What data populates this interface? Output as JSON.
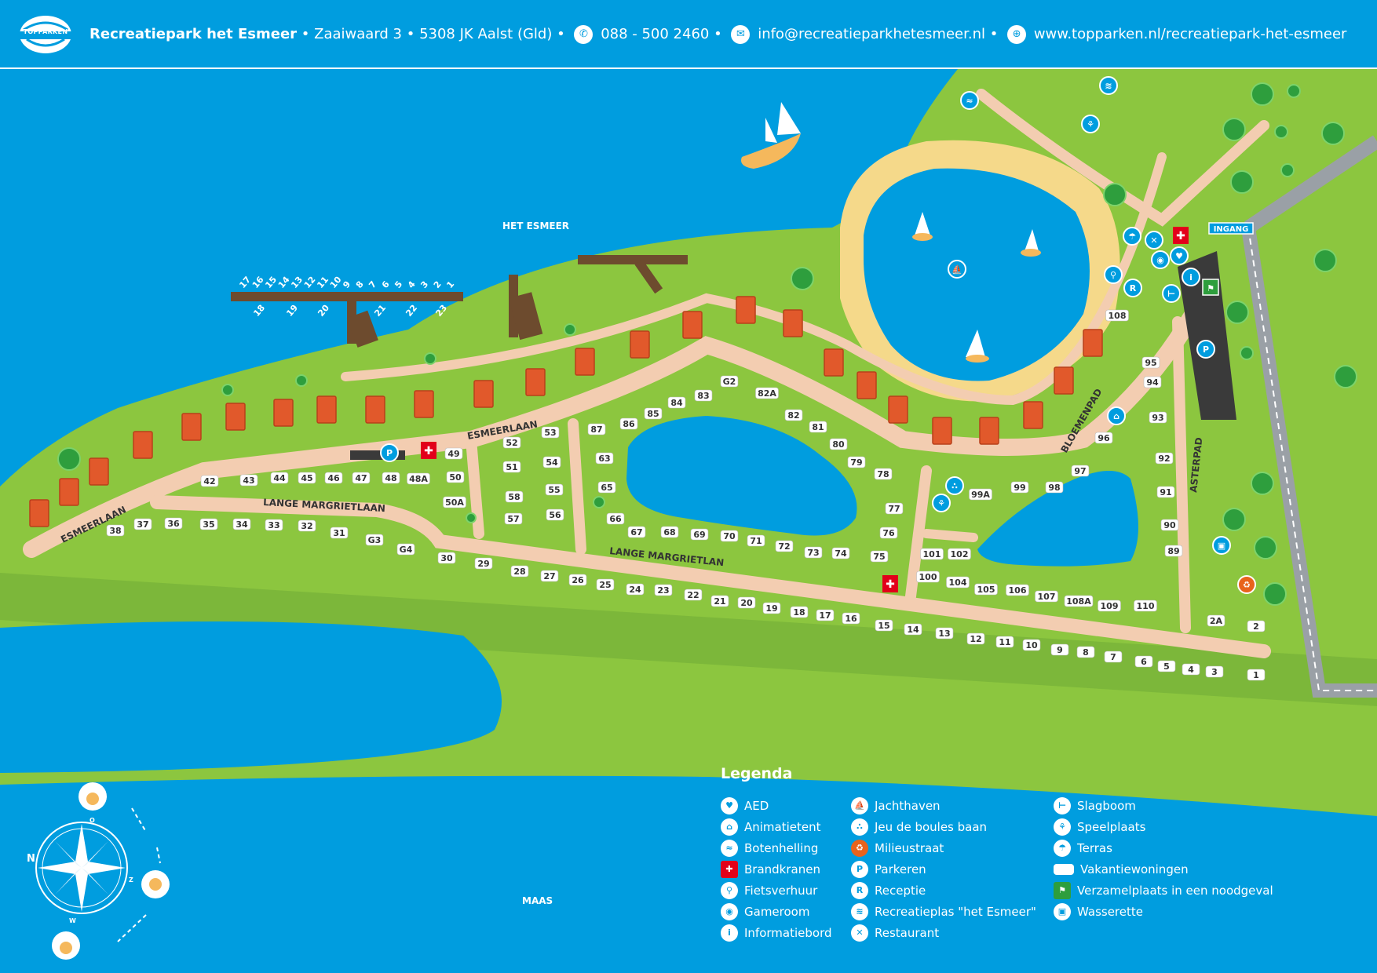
{
  "header": {
    "brand": "TOPPARKEN",
    "park_name": "Recreatiepark het Esmeer",
    "street": "Zaaiwaard 3",
    "postal": "5308 JK Aalst (Gld)",
    "phone": "088 - 500 2460",
    "email": "info@recreatieparkhetesmeer.nl",
    "website": "www.topparken.nl/recreatiepark-het-esmeer"
  },
  "labels": {
    "lake": "HET ESMEER",
    "river": "MAAS",
    "entrance": "INGANG",
    "compass_n": "N",
    "compass_o": "O",
    "compass_z": "Z",
    "compass_w": "W"
  },
  "streets": {
    "esmeerlaan": "ESMEERLAAN",
    "lange_margrietlaan": "LANGE MARGRIETLAAN",
    "lange_margrietlan": "LANGE MARGRIETLAN",
    "bloemenpad": "BLOEMENPAD",
    "asterpad": "ASTERPAD"
  },
  "plots": [
    "1",
    "2",
    "2A",
    "3",
    "4",
    "5",
    "6",
    "7",
    "8",
    "9",
    "10",
    "11",
    "12",
    "13",
    "14",
    "15",
    "16",
    "17",
    "18",
    "19",
    "20",
    "21",
    "22",
    "23",
    "24",
    "25",
    "26",
    "27",
    "28",
    "29",
    "30",
    "31",
    "32",
    "33",
    "34",
    "35",
    "36",
    "37",
    "38",
    "42",
    "43",
    "44",
    "45",
    "46",
    "47",
    "48",
    "48A",
    "49",
    "50",
    "50A",
    "51",
    "52",
    "53",
    "54",
    "55",
    "56",
    "57",
    "58",
    "63",
    "65",
    "66",
    "67",
    "68",
    "69",
    "70",
    "71",
    "72",
    "73",
    "74",
    "75",
    "76",
    "77",
    "78",
    "79",
    "80",
    "81",
    "82",
    "82A",
    "83",
    "84",
    "85",
    "86",
    "87",
    "89",
    "90",
    "91",
    "92",
    "93",
    "94",
    "95",
    "96",
    "97",
    "98",
    "99",
    "99A",
    "100",
    "101",
    "102",
    "104",
    "105",
    "106",
    "107",
    "108",
    "108A",
    "109",
    "110",
    "G2",
    "G3",
    "G4"
  ],
  "boat_slips_top": [
    "17",
    "16",
    "15",
    "14",
    "13",
    "12",
    "11",
    "10",
    "9",
    "8",
    "7",
    "6",
    "5",
    "4",
    "3",
    "2",
    "1"
  ],
  "boat_slips_bottom": [
    "18",
    "19",
    "20",
    "21",
    "22",
    "23"
  ],
  "legend": {
    "title": "Legenda",
    "col1": [
      {
        "icon": "aed-icon",
        "glyph": "♥",
        "label": "AED"
      },
      {
        "icon": "animation-tent-icon",
        "glyph": "⌂",
        "label": "Animatietent"
      },
      {
        "icon": "boat-ramp-icon",
        "glyph": "≈",
        "label": "Botenhelling"
      },
      {
        "icon": "fire-hydrant-icon",
        "glyph": "✚",
        "label": "Brandkranen"
      },
      {
        "icon": "bike-rental-icon",
        "glyph": "⚲",
        "label": "Fietsverhuur"
      },
      {
        "icon": "gameroom-icon",
        "glyph": "◉",
        "label": "Gameroom"
      },
      {
        "icon": "info-board-icon",
        "glyph": "i",
        "label": "Informatiebord"
      }
    ],
    "col2": [
      {
        "icon": "marina-icon",
        "glyph": "⛵",
        "label": "Jachthaven"
      },
      {
        "icon": "petanque-icon",
        "glyph": "∴",
        "label": "Jeu de boules baan"
      },
      {
        "icon": "recycling-icon",
        "glyph": "♻",
        "label": "Milieustraat"
      },
      {
        "icon": "parking-icon",
        "glyph": "P",
        "label": "Parkeren"
      },
      {
        "icon": "reception-icon",
        "glyph": "R",
        "label": "Receptie"
      },
      {
        "icon": "swimming-lake-icon",
        "glyph": "≋",
        "label": "Recreatieplas \"het Esmeer\""
      },
      {
        "icon": "restaurant-icon",
        "glyph": "✕",
        "label": "Restaurant"
      }
    ],
    "col3": [
      {
        "icon": "barrier-icon",
        "glyph": "⊢",
        "label": "Slagboom"
      },
      {
        "icon": "playground-icon",
        "glyph": "⚘",
        "label": "Speelplaats"
      },
      {
        "icon": "terrace-icon",
        "glyph": "☂",
        "label": "Terras"
      },
      {
        "icon": "holiday-home-icon",
        "glyph": "",
        "label": "Vakantiewoningen"
      },
      {
        "icon": "assembly-point-icon",
        "glyph": "⚑",
        "label": "Verzamelplaats in een noodgeval"
      },
      {
        "icon": "laundry-icon",
        "glyph": "▣",
        "label": "Wasserette"
      }
    ]
  },
  "colors": {
    "water": "#009ddf",
    "grass": "#8cc63f",
    "path": "#f3cdb1",
    "sand": "#f5d98a",
    "roof": "#e1592b",
    "fire_red": "#e2001a",
    "parking": "#3a3a3a"
  }
}
